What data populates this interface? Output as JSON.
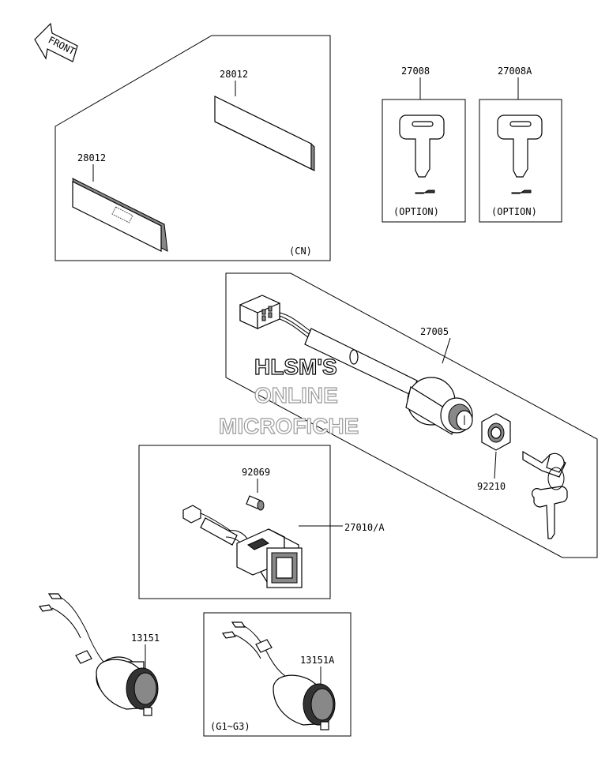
{
  "front_arrow": {
    "label": "FRONT"
  },
  "watermark": {
    "line1": "HLSM'S",
    "line2": "ONLINE",
    "line3": "MICROFICHE"
  },
  "parts": {
    "p28012_top": "28012",
    "p28012_left": "28012",
    "cn_note": "(CN)",
    "p27008": "27008",
    "p27008_option": "(OPTION)",
    "p27008A": "27008A",
    "p27008A_option": "(OPTION)",
    "p27005": "27005",
    "p92210": "92210",
    "p92069": "92069",
    "p27010A": "27010/A",
    "p13151": "13151",
    "p13151A": "13151A",
    "g1g3_note": "(G1~G3)"
  }
}
